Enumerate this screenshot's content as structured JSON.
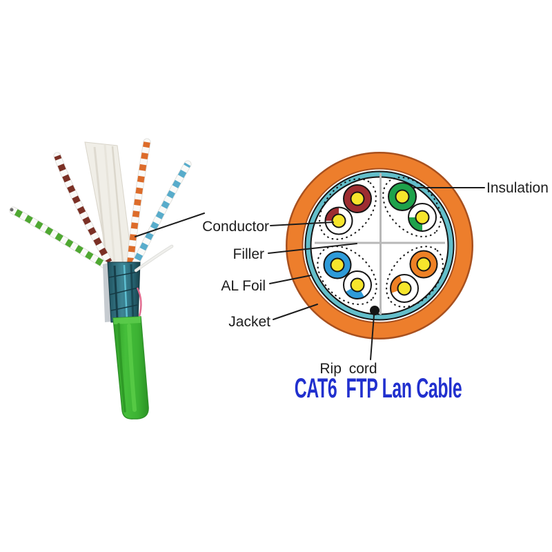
{
  "title": {
    "text": "CAT6  FTP Lan Cable",
    "color": "#2130CE"
  },
  "labels": {
    "insulation": "Insulation",
    "conductor": "Conductor",
    "filler": "Filler",
    "al_foil": "AL Foil",
    "jacket": "Jacket",
    "rip_cord": "Rip cord"
  },
  "cross_section": {
    "rings": [
      {
        "name": "Jacket",
        "color": "#ED7E2C",
        "outline": "#A8501E"
      },
      {
        "name": "AL Foil",
        "color": "#63BECA"
      }
    ],
    "conductor_color": "#F6E52C",
    "rip_cord_dot_color": "#151515",
    "cross_filler_color": "#B8B8B8",
    "wire_pairs": [
      {
        "position": "top-left",
        "color_name": "brown",
        "color": "#9E2D31"
      },
      {
        "position": "top-right",
        "color_name": "green",
        "color": "#1EA24B"
      },
      {
        "position": "bottom-left",
        "color_name": "blue",
        "color": "#2E9BD9"
      },
      {
        "position": "bottom-right",
        "color_name": "orange",
        "color": "#EE8125"
      }
    ]
  },
  "cable_photo": {
    "jacket_color": "#3CB233",
    "foil_color": "#3E8696",
    "filler_color": "#F0EEE7",
    "rip_cord_string_color": "#EFEFEC",
    "pair_colors": {
      "green": "#4FA832",
      "brown": "#7B3025",
      "orange": "#DD6C2A",
      "blue": "#58ACCB"
    }
  }
}
